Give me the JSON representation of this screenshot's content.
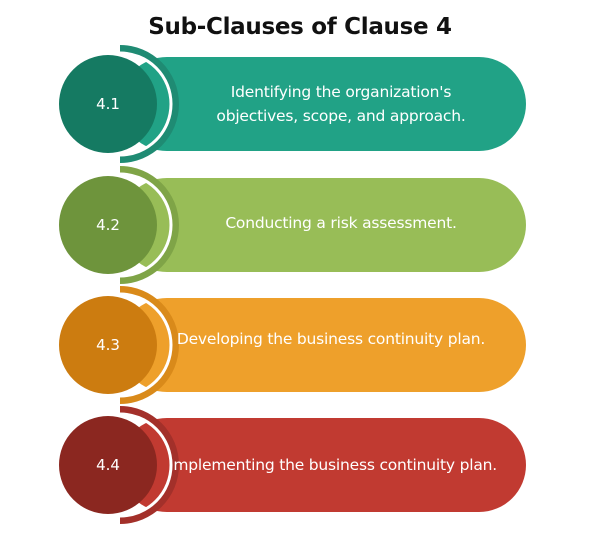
{
  "title": "Sub-Clauses of Clause 4",
  "items": [
    {
      "number": "4.1",
      "text_line1": "Identifying the organization's",
      "text_line2": "objectives, scope, and approach.",
      "band_color": "#21a286",
      "circle_color": "#157a62",
      "arc_color": "#1f8b73"
    },
    {
      "number": "4.2",
      "text_line1": "Conducting a risk assessment.",
      "text_line2": "",
      "band_color": "#98bd57",
      "circle_color": "#6e943c",
      "arc_color": "#7fa447"
    },
    {
      "number": "4.3",
      "text_line1": "Developing the business continuity plan.",
      "text_line2": "",
      "band_color": "#eea02b",
      "circle_color": "#cc7c10",
      "arc_color": "#d98a1a"
    },
    {
      "number": "4.4",
      "text_line1": "Implementing the business continuity plan.",
      "text_line2": "",
      "band_color": "#c13a31",
      "circle_color": "#8b2720",
      "arc_color": "#a3302a"
    }
  ]
}
